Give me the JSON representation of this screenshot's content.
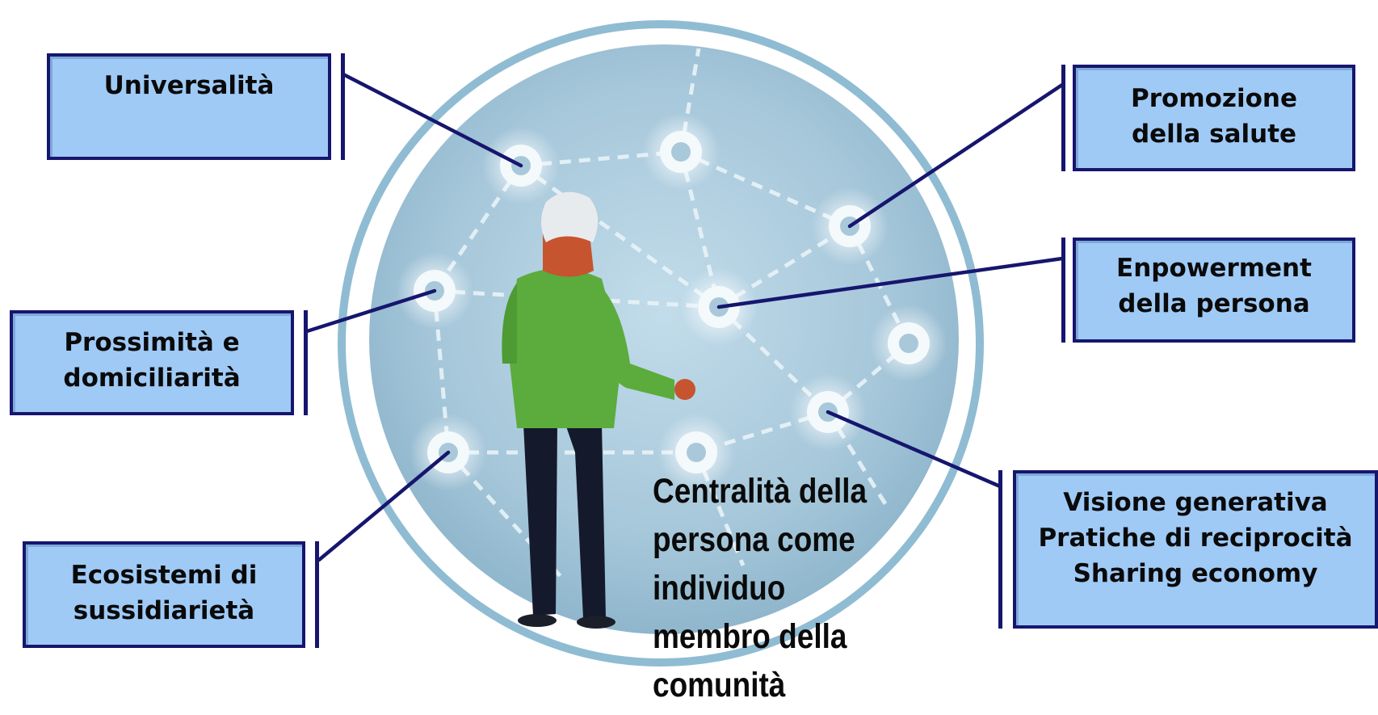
{
  "boxes": {
    "universalita": [
      "Universalità"
    ],
    "promozione": [
      "Promozione",
      "della salute"
    ],
    "empowerment": [
      "Enpowerment",
      "della persona"
    ],
    "prossimita": [
      "Prossimità e",
      "domiciliarità"
    ],
    "visione": [
      "Visione generativa",
      "Pratiche di reciprocità",
      "Sharing economy"
    ],
    "ecosistemi": [
      "Ecosistemi di",
      "sussidiarietà"
    ]
  },
  "center_text": [
    "Centralità della",
    "persona come",
    "individuo",
    "membro della",
    "comunità"
  ],
  "colors": {
    "box_fill": "#9fcaf6",
    "box_border": "#16166e",
    "connector": "#16166e",
    "network_disc": "#9cc0d6",
    "person_jacket": "#5bac3c",
    "person_trousers": "#141a2c"
  }
}
